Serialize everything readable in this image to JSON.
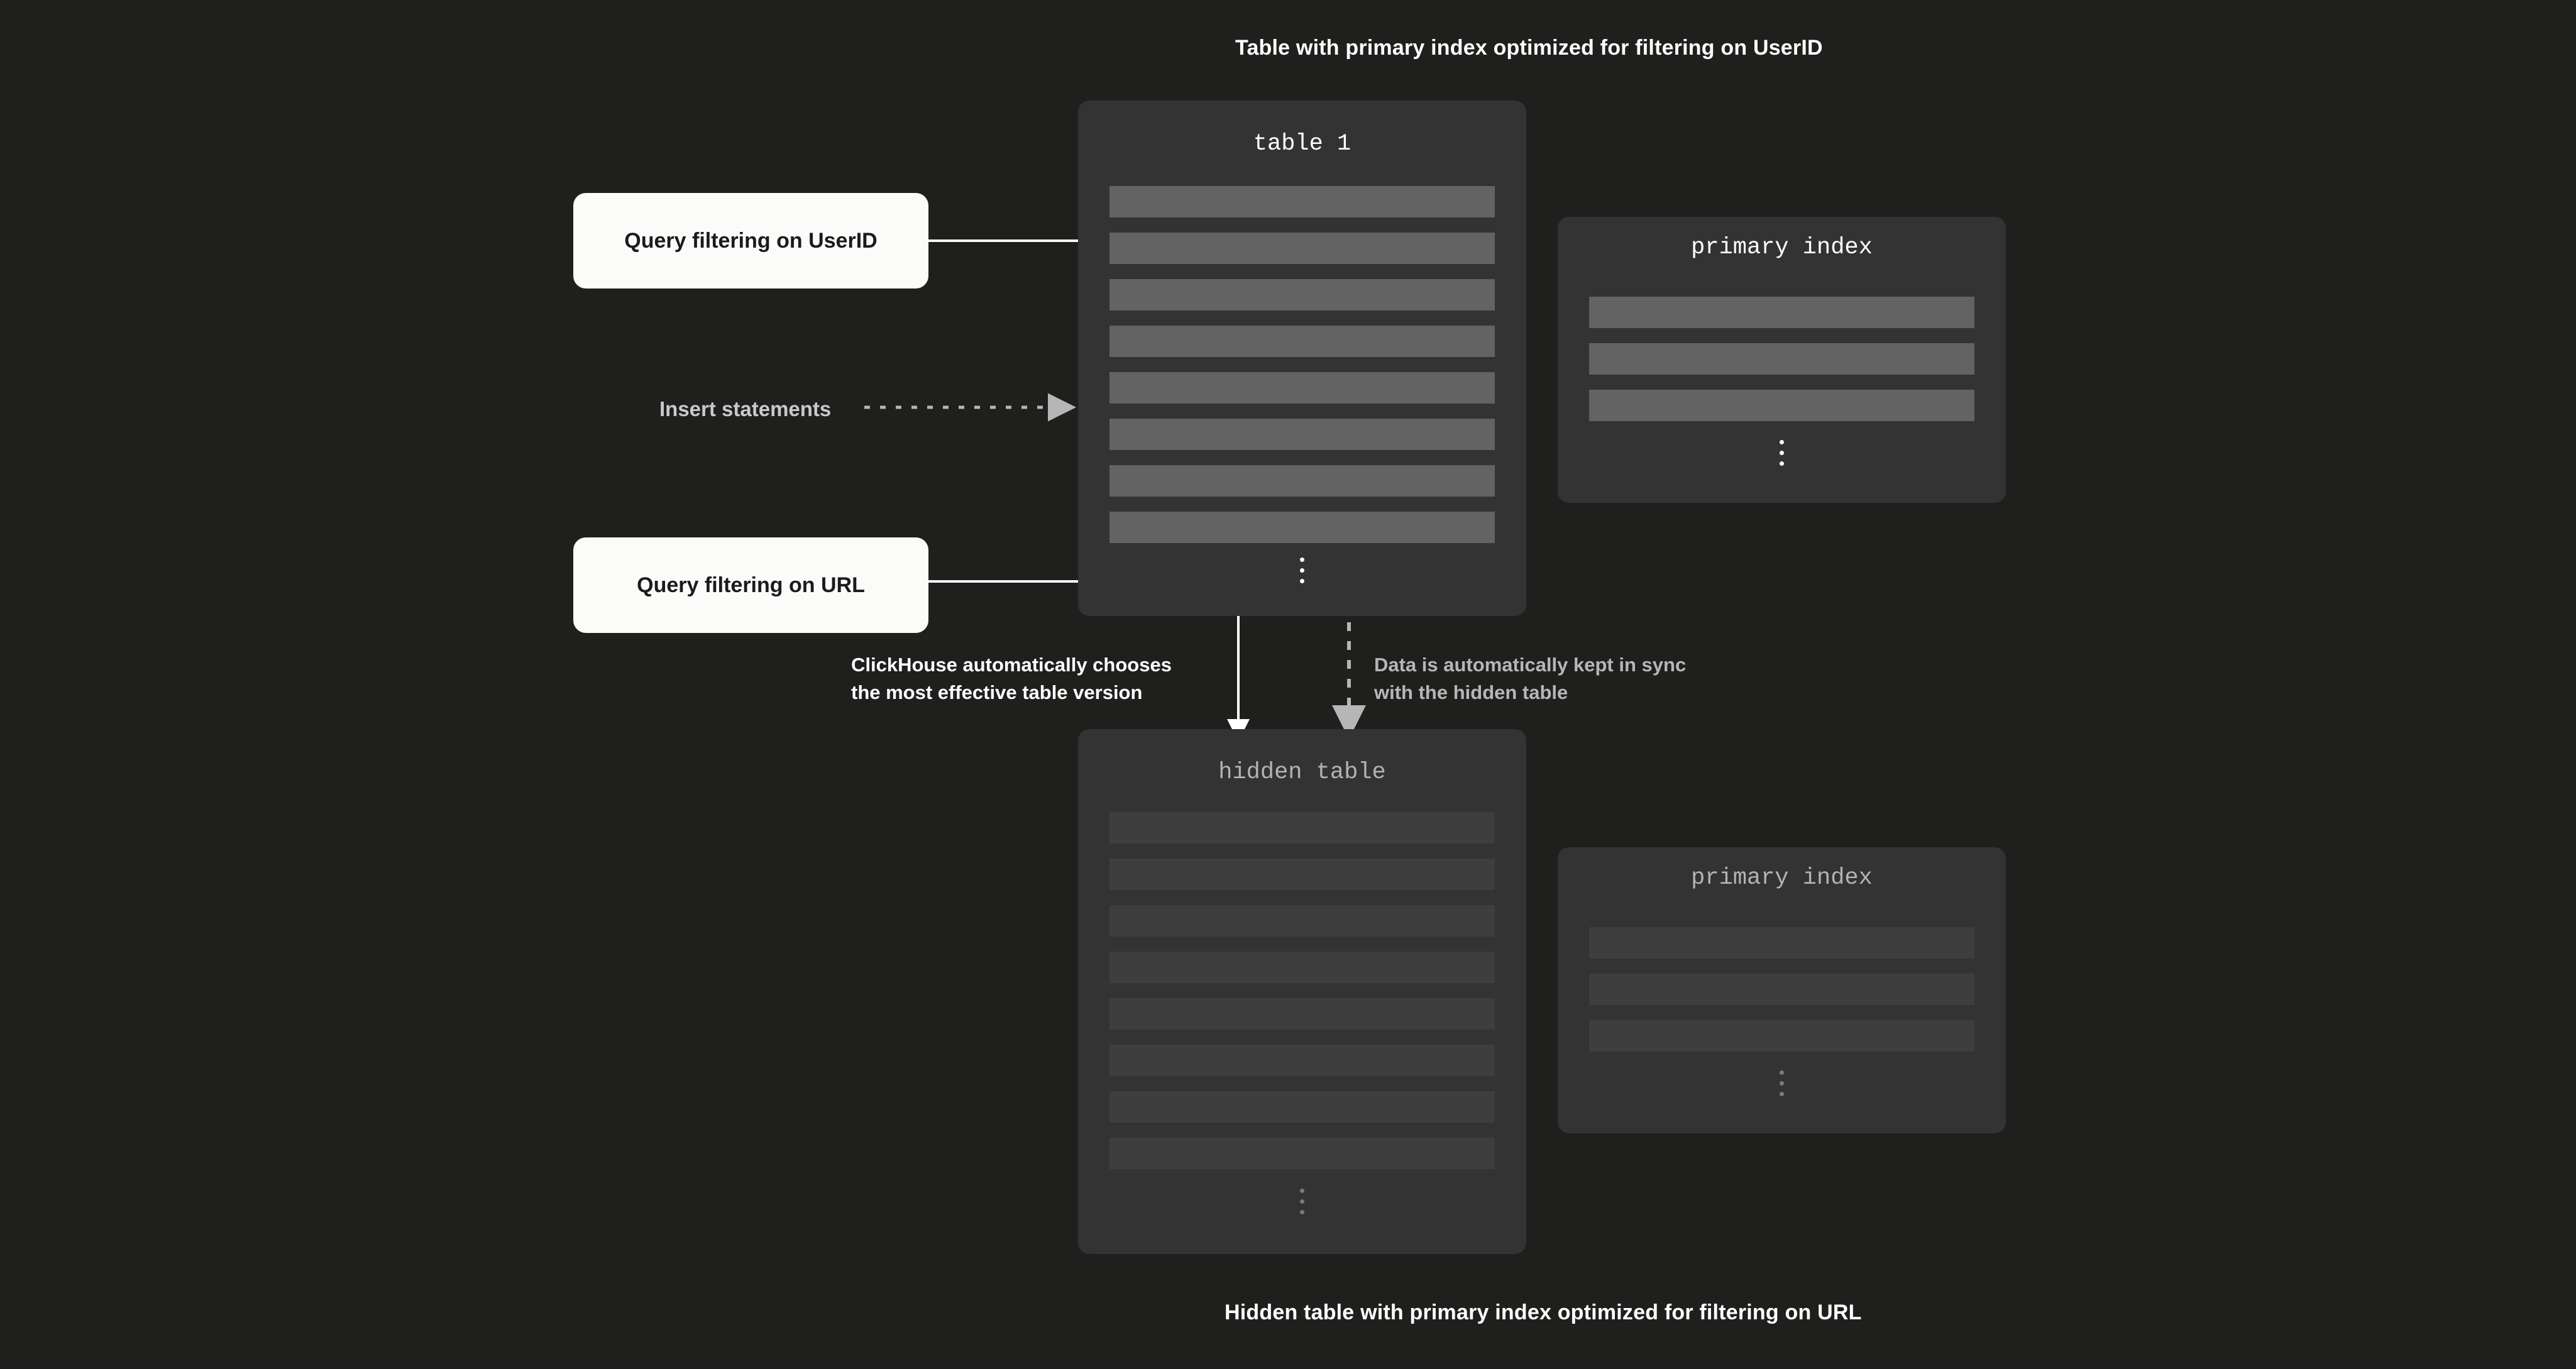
{
  "captions": {
    "top": "Table with primary index optimized for filtering on UserID",
    "bottom": "Hidden table with primary index optimized for filtering on URL"
  },
  "panels": {
    "table1": {
      "title": "table 1",
      "row_count": 8,
      "ellipsis": "vertical-ellipsis"
    },
    "primary_index_top": {
      "title": "primary index",
      "row_count": 3,
      "ellipsis": "vertical-ellipsis"
    },
    "hidden_table": {
      "title": "hidden table",
      "row_count": 8,
      "ellipsis": "vertical-ellipsis"
    },
    "primary_index_bottom": {
      "title": "primary index",
      "row_count": 3,
      "ellipsis": "vertical-ellipsis"
    }
  },
  "callouts": {
    "query_userid": "Query filtering on UserID",
    "query_url": "Query filtering on URL"
  },
  "annotations": {
    "insert_statements": "Insert statements",
    "chooses_version": "ClickHouse automatically chooses\nthe most effective table version",
    "kept_in_sync": "Data is automatically kept in sync\nwith the hidden table"
  },
  "colors": {
    "background": "#1f1f1d",
    "panel": "#333333",
    "row": "#636363",
    "row_dim": "#3e3e3e",
    "callout_background": "#fbfbfa",
    "callout_text": "#1b1b1b",
    "text_primary": "#ffffff",
    "text_muted": "#b6b6b6",
    "connector_solid": "#ffffff",
    "connector_dashed": "#b6b6b6"
  }
}
